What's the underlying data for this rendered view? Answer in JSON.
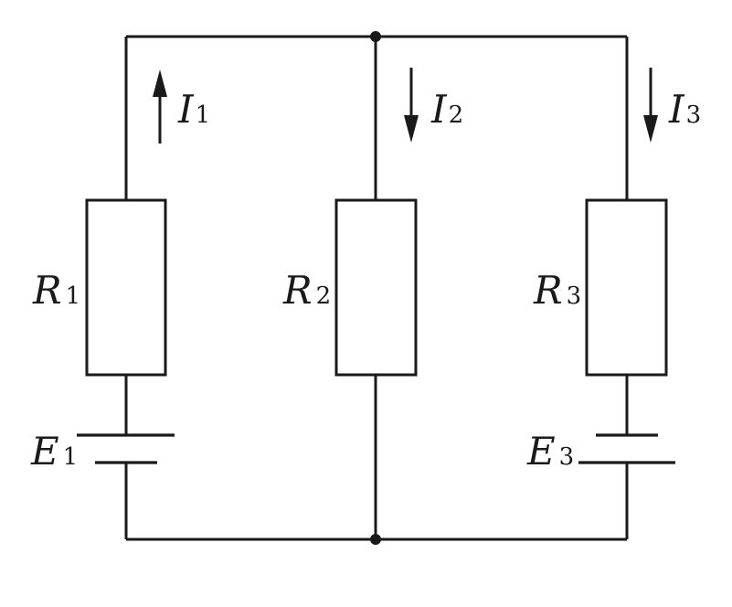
{
  "diagram": {
    "type": "circuit",
    "colors": {
      "stroke": "#1a1a1a",
      "background": "#ffffff"
    },
    "currents": [
      {
        "symbol": "I",
        "sub": "1",
        "direction": "up"
      },
      {
        "symbol": "I",
        "sub": "2",
        "direction": "down"
      },
      {
        "symbol": "I",
        "sub": "3",
        "direction": "down"
      }
    ],
    "resistors": [
      {
        "symbol": "R",
        "sub": "1"
      },
      {
        "symbol": "R",
        "sub": "2"
      },
      {
        "symbol": "R",
        "sub": "3"
      }
    ],
    "sources": [
      {
        "symbol": "E",
        "sub": "1"
      },
      {
        "symbol": "E",
        "sub": "3"
      }
    ]
  }
}
